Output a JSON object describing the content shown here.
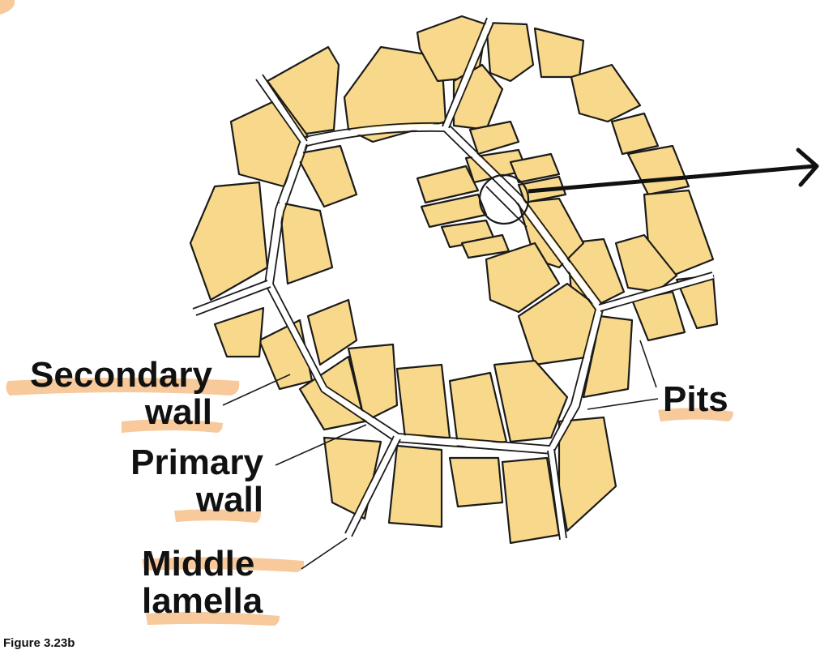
{
  "labels": {
    "secondary_wall_line1": "Secondary",
    "secondary_wall_line2": "wall",
    "primary_wall_line1": "Primary",
    "primary_wall_line2": "wall",
    "middle_lamella_line1": "Middle",
    "middle_lamella_line2": "lamella",
    "pits": "Pits"
  },
  "caption": "Figure 3.23b",
  "colors": {
    "cell_fill": "#f8d98b",
    "outline": "#1b1b1b",
    "highlight": "#f6c08a"
  }
}
